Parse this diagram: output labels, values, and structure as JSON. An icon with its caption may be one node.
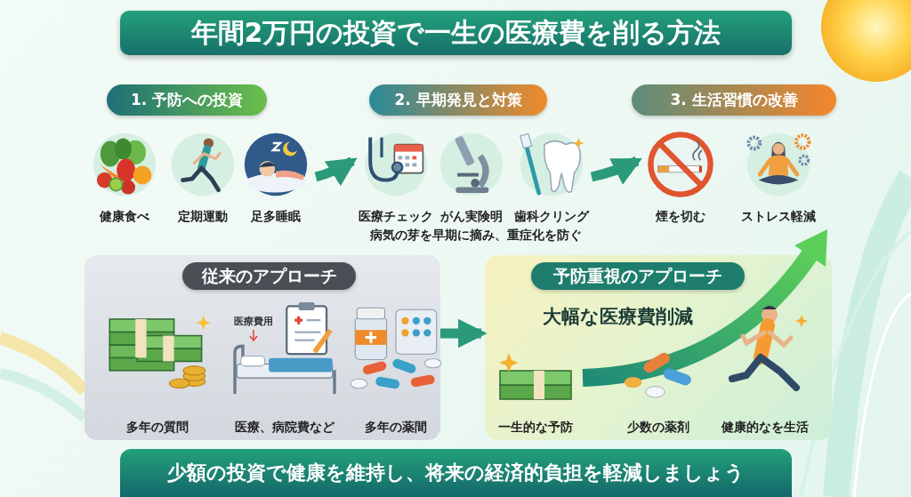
{
  "diagram": {
    "title": "年間2万円の投資で一生の医療費を削る方法",
    "caption": "少額の投資で健康を維持し、将来の経済的負担を軽減しましょう",
    "nodes": [
      {
        "text": [
          "1. 予防への投資"
        ]
      },
      {
        "text": [
          "2. 早期発見と対策"
        ]
      },
      {
        "text": [
          "3. 生活習慣の改善"
        ]
      },
      {
        "text": [
          "健康食べ"
        ]
      },
      {
        "text": [
          "定期運動"
        ]
      },
      {
        "text": [
          "足多睡眠"
        ]
      },
      {
        "text": [
          "医療チェック"
        ]
      },
      {
        "text": [
          "がん実険明"
        ]
      },
      {
        "text": [
          "歯科クリング"
        ]
      },
      {
        "text": [
          "煙を切む"
        ]
      },
      {
        "text": [
          "ストレス軽減"
        ]
      },
      {
        "text": [
          "従来のアプローチ"
        ]
      },
      {
        "text": [
          "多年の質問"
        ],
        "in": 11
      },
      {
        "text": [
          "医療、病院費など"
        ],
        "in": 11
      },
      {
        "text": [
          "多年の薬間"
        ],
        "in": 11
      },
      {
        "text": [
          "予防重視のアプローチ",
          "大幅な医療費削減"
        ]
      },
      {
        "text": [
          "一生的な予防"
        ],
        "in": 15
      },
      {
        "text": [
          "少数の薬剤"
        ],
        "in": 15
      },
      {
        "text": [
          "健康的なを生活"
        ],
        "in": 15
      }
    ],
    "edges": [
      {
        "from": 5,
        "to": 6,
        "arrow": "to"
      },
      {
        "from": 8,
        "to": 9,
        "arrow": "to"
      },
      {
        "from": 11,
        "to": 15,
        "arrow": "to"
      }
    ],
    "labels": [
      "病気の芽を早期に摘み、重症化を防ぐ",
      "医療費用"
    ]
  }
}
